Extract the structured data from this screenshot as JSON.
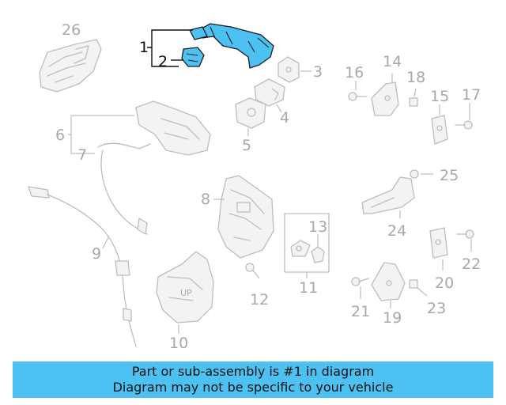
{
  "diagram": {
    "highlight_color": "#4cc1f2",
    "callouts": [
      {
        "id": "1",
        "label": "1",
        "highlighted": true
      },
      {
        "id": "2",
        "label": "2",
        "highlighted": true
      },
      {
        "id": "3",
        "label": "3"
      },
      {
        "id": "4",
        "label": "4"
      },
      {
        "id": "5",
        "label": "5"
      },
      {
        "id": "6",
        "label": "6"
      },
      {
        "id": "7",
        "label": "7"
      },
      {
        "id": "8",
        "label": "8"
      },
      {
        "id": "9",
        "label": "9"
      },
      {
        "id": "10",
        "label": "10"
      },
      {
        "id": "11",
        "label": "11"
      },
      {
        "id": "12",
        "label": "12"
      },
      {
        "id": "13",
        "label": "13"
      },
      {
        "id": "14",
        "label": "14"
      },
      {
        "id": "15",
        "label": "15"
      },
      {
        "id": "16",
        "label": "16"
      },
      {
        "id": "17",
        "label": "17"
      },
      {
        "id": "18",
        "label": "18"
      },
      {
        "id": "19",
        "label": "19"
      },
      {
        "id": "20",
        "label": "20"
      },
      {
        "id": "21",
        "label": "21"
      },
      {
        "id": "22",
        "label": "22"
      },
      {
        "id": "23",
        "label": "23"
      },
      {
        "id": "24",
        "label": "24"
      },
      {
        "id": "25",
        "label": "25"
      },
      {
        "id": "26",
        "label": "26"
      }
    ],
    "actuator_text": "UP"
  },
  "banner": {
    "line1": "Part or sub-assembly is #1 in diagram",
    "line2": "Diagram may not be specific to your vehicle",
    "background": "#4cc1f2"
  }
}
